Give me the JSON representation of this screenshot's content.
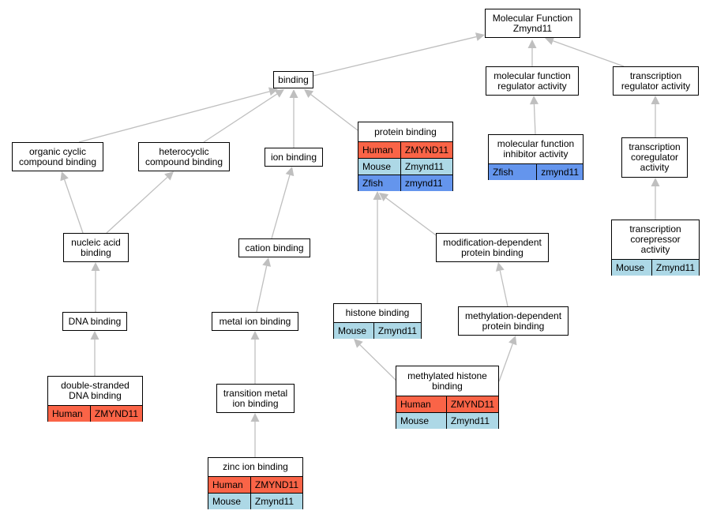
{
  "colors": {
    "human": "#fa6447",
    "mouse": "#add8e6",
    "zfish": "#6495ed",
    "edge": "#bfbfbf"
  },
  "nodes": {
    "mf": {
      "title": "Molecular Function\nZmynd11",
      "rows": []
    },
    "binding": {
      "title": "binding",
      "rows": []
    },
    "mfreg": {
      "title": "molecular function\nregulator activity",
      "rows": []
    },
    "treg": {
      "title": "transcription\nregulator activity",
      "rows": []
    },
    "ocb": {
      "title": "organic cyclic\ncompound binding",
      "rows": []
    },
    "hcb": {
      "title": "heterocyclic\ncompound binding",
      "rows": []
    },
    "ion": {
      "title": "ion binding",
      "rows": []
    },
    "prot": {
      "title": "protein binding",
      "rows": [
        {
          "species": "Human",
          "gene": "ZMYND11",
          "color": "human"
        },
        {
          "species": "Mouse",
          "gene": "Zmynd11",
          "color": "mouse"
        },
        {
          "species": "Zfish",
          "gene": "zmynd11",
          "color": "zfish"
        }
      ]
    },
    "mfinh": {
      "title": "molecular function\ninhibitor activity",
      "rows": [
        {
          "species": "Zfish",
          "gene": "zmynd11",
          "color": "zfish"
        }
      ]
    },
    "tcoreg": {
      "title": "transcription\ncoregulator\nactivity",
      "rows": []
    },
    "nab": {
      "title": "nucleic acid\nbinding",
      "rows": []
    },
    "cation": {
      "title": "cation binding",
      "rows": []
    },
    "moddep": {
      "title": "modification-dependent\nprotein binding",
      "rows": []
    },
    "tcorep": {
      "title": "transcription\ncorepressor\nactivity",
      "rows": [
        {
          "species": "Mouse",
          "gene": "Zmynd11",
          "color": "mouse"
        }
      ]
    },
    "dna": {
      "title": "DNA binding",
      "rows": []
    },
    "metal": {
      "title": "metal ion binding",
      "rows": []
    },
    "histone": {
      "title": "histone binding",
      "rows": [
        {
          "species": "Mouse",
          "gene": "Zmynd11",
          "color": "mouse"
        }
      ]
    },
    "methdep": {
      "title": "methylation-dependent\nprotein binding",
      "rows": []
    },
    "dsdna": {
      "title": "double-stranded\nDNA binding",
      "rows": [
        {
          "species": "Human",
          "gene": "ZMYND11",
          "color": "human"
        }
      ]
    },
    "trans": {
      "title": "transition metal\nion binding",
      "rows": []
    },
    "methhist": {
      "title": "methylated histone\nbinding",
      "rows": [
        {
          "species": "Human",
          "gene": "ZMYND11",
          "color": "human"
        },
        {
          "species": "Mouse",
          "gene": "Zmynd11",
          "color": "mouse"
        }
      ]
    },
    "zinc": {
      "title": "zinc ion binding",
      "rows": [
        {
          "species": "Human",
          "gene": "ZMYND11",
          "color": "human"
        },
        {
          "species": "Mouse",
          "gene": "Zmynd11",
          "color": "mouse"
        }
      ]
    }
  },
  "edges": [
    [
      "binding",
      "mf"
    ],
    [
      "mfreg",
      "mf"
    ],
    [
      "treg",
      "mf"
    ],
    [
      "ocb",
      "binding"
    ],
    [
      "hcb",
      "binding"
    ],
    [
      "ion",
      "binding"
    ],
    [
      "prot",
      "binding"
    ],
    [
      "mfinh",
      "mfreg"
    ],
    [
      "tcoreg",
      "treg"
    ],
    [
      "tcorep",
      "tcoreg"
    ],
    [
      "nab",
      "ocb"
    ],
    [
      "nab",
      "hcb"
    ],
    [
      "dna",
      "nab"
    ],
    [
      "dsdna",
      "dna"
    ],
    [
      "cation",
      "ion"
    ],
    [
      "metal",
      "cation"
    ],
    [
      "trans",
      "metal"
    ],
    [
      "zinc",
      "trans"
    ],
    [
      "histone",
      "prot"
    ],
    [
      "moddep",
      "prot"
    ],
    [
      "methdep",
      "moddep"
    ],
    [
      "methhist",
      "histone"
    ],
    [
      "methhist",
      "methdep"
    ]
  ]
}
